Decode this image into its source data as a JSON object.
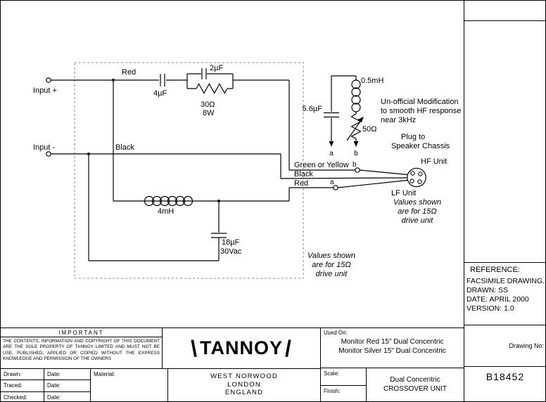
{
  "schematic": {
    "input_plus": "Input +",
    "input_minus": "Input -",
    "red_top": "Red",
    "black_mid": "Black",
    "cap_4uf": "4µF",
    "cap_2uf": "2µF",
    "res_30ohm": "30Ω",
    "res_30ohm_power": "8W",
    "inductor_4mh": "4mH",
    "cap_18uf": "18µF",
    "cap_18uf_voltage": "30Vac",
    "cap_5_6uf": "5.6µF",
    "inductor_0_5mh": "0.5mH",
    "res_50ohm": "50Ω",
    "mod_line1": "Un-official Modification",
    "mod_line2": "to smooth HF response",
    "mod_line3": "near 3kHz",
    "plug_line1": "Plug to",
    "plug_line2": "Speaker Chassis",
    "point_a": "a",
    "point_b": "b",
    "out_green_yellow": "Green or Yellow",
    "out_black": "Black",
    "out_red": "Red",
    "hf_unit": "HF Unit",
    "lf_unit": "LF Unit",
    "values_line1": "Values shown",
    "values_line2": "are for 15Ω",
    "values_line3": "drive unit"
  },
  "title_block": {
    "important_title": "IMPORTANT",
    "important_text": "THE CONTENTS, INFORMATION AND COPYRIGHT OF THIS DOCUMENT ARE THE SOLE PROPERTY OF TANNOY LIMITED AND MUST NOT BE USE, PUBLISHED, APPLIED OR COPIED WITHOUT THE EXPRESS KNOWLEDGE AND PERMISSION OF THE OWNERS",
    "drawn_label": "Drawn:",
    "traced_label": "Traced:",
    "checked_label": "Checked:",
    "date_label": "Date:",
    "material_label": "Material:",
    "logo_left": "\\",
    "logo_text": "TANNOY",
    "logo_right": "/",
    "address_line1": "WEST NORWOOD",
    "address_line2": "LONDON",
    "address_line3": "ENGLAND",
    "used_on_label": "Used On:",
    "used_on_line1": "Monitor Red 15\" Dual Concentric",
    "used_on_line2": "Monitor Silver 15\" Dual Concentric",
    "scale_label": "Scale:",
    "finish_label": "Finish:",
    "product_line1": "Dual Concentric",
    "product_line2": "CROSSOVER UNIT",
    "drawing_no_label": "Drawing No:",
    "drawing_no": "B18452"
  },
  "reference": {
    "title": "REFERENCE:",
    "line1": "FACSIMILE DRAWING.",
    "line2": "DRAWN: SS",
    "line3": "DATE: APRIL 2000",
    "line4": "VERSION: 1.0"
  }
}
